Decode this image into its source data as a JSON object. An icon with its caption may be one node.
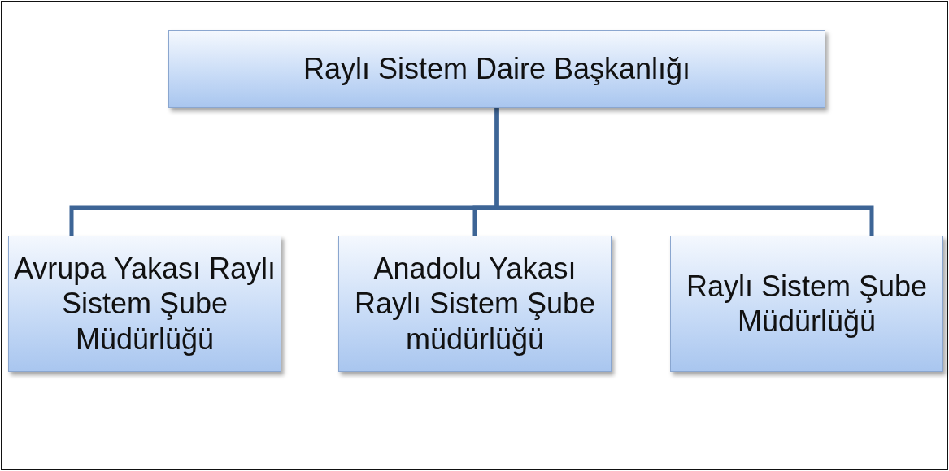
{
  "diagram": {
    "nodes": [
      {
        "text": [
          "Raylı Sistem Daire Başkanlığı"
        ]
      },
      {
        "text": [
          "Avrupa Yakası Raylı Sistem Şube Müdürlüğü"
        ]
      },
      {
        "text": [
          "Anadolu Yakası Raylı Sistem Şube müdürlüğü"
        ]
      },
      {
        "text": [
          "Raylı Sistem Şube Müdürlüğü"
        ]
      }
    ],
    "edges": [
      {
        "from": 0,
        "to": 1,
        "arrow": "none"
      },
      {
        "from": 0,
        "to": 2,
        "arrow": "none"
      },
      {
        "from": 0,
        "to": 3,
        "arrow": "none"
      }
    ]
  }
}
